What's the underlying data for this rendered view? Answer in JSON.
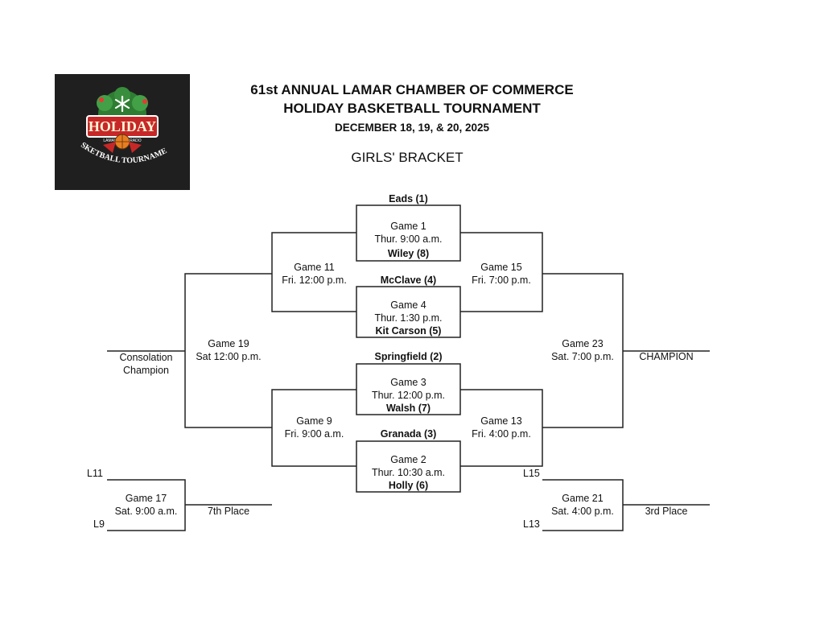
{
  "header": {
    "line1": "61st ANNUAL LAMAR CHAMBER OF COMMERCE",
    "line2": "HOLIDAY BASKETBALL TOURNAMENT",
    "line3": "DECEMBER 18, 19, & 20, 2025",
    "bracket_title": "GIRLS' BRACKET"
  },
  "logo": {
    "word": "HOLIDAY",
    "sub": "LAMAR COLORADO",
    "arc": "BASKETBALL TOURNAMENT",
    "icon": "basketball-logo"
  },
  "teams": {
    "eads": "Eads (1)",
    "wiley": "Wiley (8)",
    "mcclave": "McClave (4)",
    "kit_carson": "Kit Carson (5)",
    "springfield": "Springfield (2)",
    "walsh": "Walsh (7)",
    "granada": "Granada (3)",
    "holly": "Holly (6)"
  },
  "games": {
    "g1": {
      "name": "Game 1",
      "time": "Thur. 9:00 a.m."
    },
    "g4": {
      "name": "Game 4",
      "time": "Thur. 1:30 p.m."
    },
    "g3": {
      "name": "Game 3",
      "time": "Thur. 12:00 p.m."
    },
    "g2": {
      "name": "Game 2",
      "time": "Thur. 10:30 a.m."
    },
    "g11": {
      "name": "Game 11",
      "time": "Fri. 12:00 p.m."
    },
    "g9": {
      "name": "Game 9",
      "time": "Fri. 9:00 a.m."
    },
    "g15": {
      "name": "Game 15",
      "time": "Fri. 7:00 p.m."
    },
    "g13": {
      "name": "Game 13",
      "time": "Fri. 4:00 p.m."
    },
    "g19": {
      "name": "Game 19",
      "time": "Sat 12:00 p.m."
    },
    "g23": {
      "name": "Game 23",
      "time": "Sat. 7:00 p.m."
    },
    "g17": {
      "name": "Game 17",
      "time": "Sat. 9:00 a.m."
    },
    "g21": {
      "name": "Game 21",
      "time": "Sat. 4:00 p.m."
    }
  },
  "results": {
    "consolation_line1": "Consolation",
    "consolation_line2": "Champion",
    "champion": "CHAMPION",
    "seventh": "7th Place",
    "third": "3rd Place"
  },
  "losers": {
    "l11": "L11",
    "l9": "L9",
    "l15": "L15",
    "l13": "L13"
  }
}
